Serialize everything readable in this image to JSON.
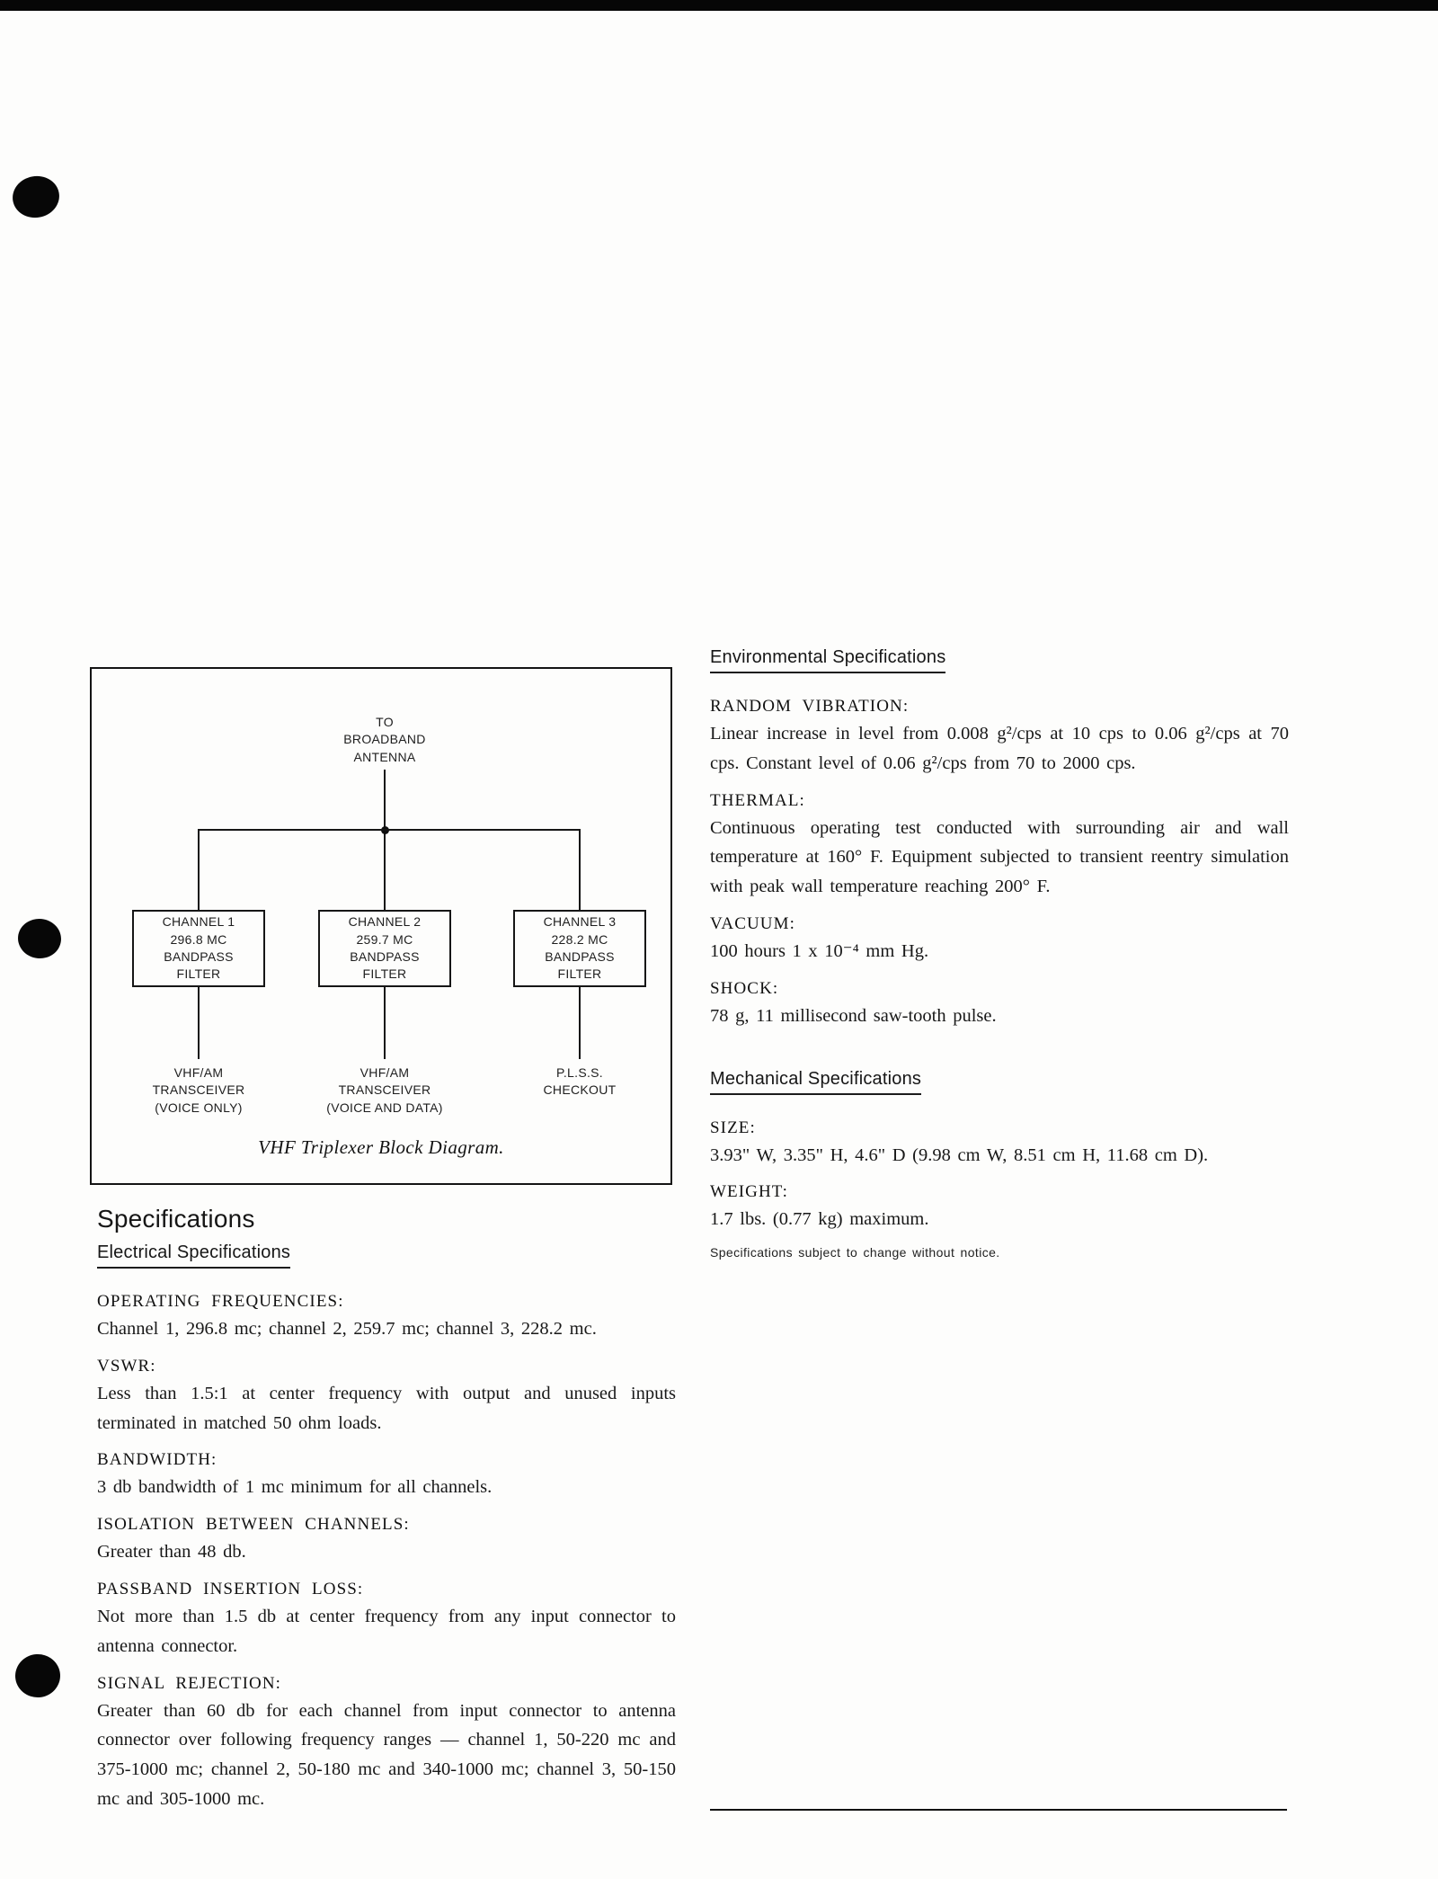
{
  "diagram": {
    "antenna_label": "TO\nBROADBAND\nANTENNA",
    "filters": [
      "CHANNEL 1\n296.8 MC\nBANDPASS\nFILTER",
      "CHANNEL 2\n259.7 MC\nBANDPASS\nFILTER",
      "CHANNEL 3\n228.2 MC\nBANDPASS\nFILTER"
    ],
    "outputs": [
      "VHF/AM\nTRANSCEIVER\n(VOICE ONLY)",
      "VHF/AM\nTRANSCEIVER\n(VOICE AND DATA)",
      "P.L.S.S.\nCHECKOUT"
    ],
    "caption": "VHF Triplexer Block Diagram."
  },
  "left": {
    "title": "Specifications",
    "subtitle": "Electrical Specifications",
    "sections": [
      {
        "heading": "OPERATING FREQUENCIES:",
        "body": "Channel 1, 296.8 mc; channel 2, 259.7 mc; channel 3, 228.2 mc."
      },
      {
        "heading": "VSWR:",
        "body": "Less than 1.5:1 at center frequency with output and unused inputs terminated in matched 50 ohm loads."
      },
      {
        "heading": "BANDWIDTH:",
        "body": "3 db bandwidth of 1 mc minimum for all channels."
      },
      {
        "heading": "ISOLATION BETWEEN CHANNELS:",
        "body": "Greater than 48 db."
      },
      {
        "heading": "PASSBAND INSERTION LOSS:",
        "body": "Not more than 1.5 db at center frequency from any input connector to antenna connector."
      },
      {
        "heading": "SIGNAL REJECTION:",
        "body": "Greater than 60 db for each channel from input connector to antenna connector over following frequency ranges — channel 1, 50-220 mc and 375-1000 mc; channel 2, 50-180 mc and 340-1000 mc; channel 3, 50-150 mc and 305-1000 mc."
      }
    ]
  },
  "right": {
    "env_title": "Environmental Specifications",
    "env_sections": [
      {
        "heading": "RANDOM VIBRATION:",
        "body": "Linear increase in level from 0.008 g²/cps at 10 cps to 0.06 g²/cps at 70 cps. Constant level of 0.06 g²/cps from 70 to 2000 cps."
      },
      {
        "heading": "THERMAL:",
        "body": "Continuous operating test conducted with surrounding air and wall temperature at 160° F. Equipment subjected to transient reentry simulation with peak wall temperature reaching 200° F."
      },
      {
        "heading": "VACUUM:",
        "body": "100 hours 1 x 10⁻⁴ mm Hg."
      },
      {
        "heading": "SHOCK:",
        "body": "78 g, 11 millisecond saw-tooth pulse."
      }
    ],
    "mech_title": "Mechanical Specifications",
    "mech_sections": [
      {
        "heading": "SIZE:",
        "body": "3.93\" W, 3.35\" H, 4.6\" D (9.98 cm W, 8.51 cm H, 11.68 cm D)."
      },
      {
        "heading": "WEIGHT:",
        "body": "1.7 lbs. (0.77 kg) maximum."
      }
    ],
    "footnote": "Specifications subject to change without notice."
  }
}
